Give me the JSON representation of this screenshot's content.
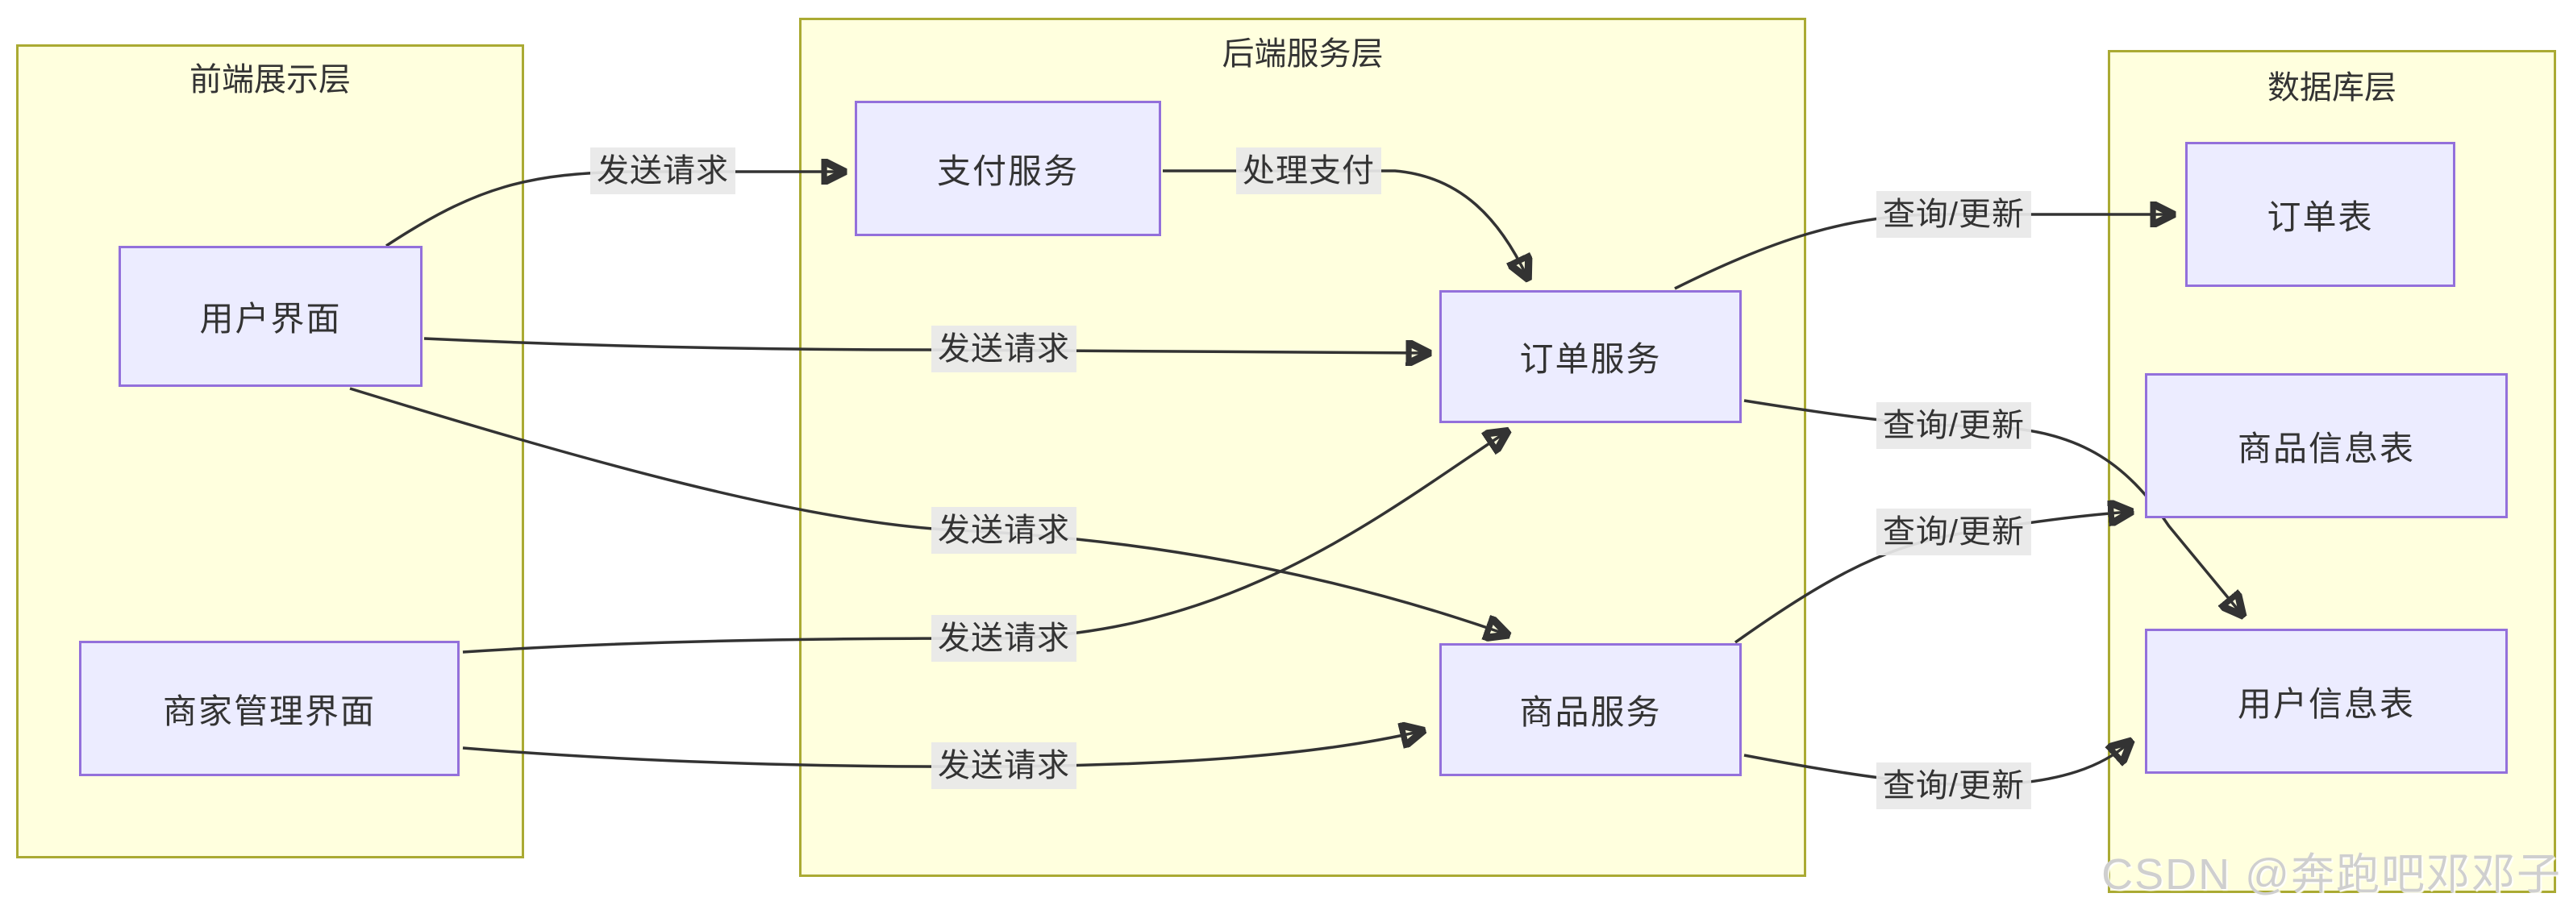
{
  "diagram": {
    "type": "flowchart-LR",
    "clusters": [
      {
        "id": "frontend",
        "label": "前端展示层"
      },
      {
        "id": "backend",
        "label": "后端服务层"
      },
      {
        "id": "database",
        "label": "数据库层"
      }
    ],
    "nodes": [
      {
        "id": "user-ui",
        "label": "用户界面",
        "cluster": "frontend"
      },
      {
        "id": "merchant-ui",
        "label": "商家管理界面",
        "cluster": "frontend"
      },
      {
        "id": "payment-service",
        "label": "支付服务",
        "cluster": "backend"
      },
      {
        "id": "order-service",
        "label": "订单服务",
        "cluster": "backend"
      },
      {
        "id": "product-service",
        "label": "商品服务",
        "cluster": "backend"
      },
      {
        "id": "order-table",
        "label": "订单表",
        "cluster": "database"
      },
      {
        "id": "product-info-table",
        "label": "商品信息表",
        "cluster": "database"
      },
      {
        "id": "user-info-table",
        "label": "用户信息表",
        "cluster": "database"
      }
    ],
    "edges": [
      {
        "from": "user-ui",
        "to": "payment-service",
        "label": "发送请求"
      },
      {
        "from": "payment-service",
        "to": "order-service",
        "label": "处理支付"
      },
      {
        "from": "user-ui",
        "to": "order-service",
        "label": "发送请求"
      },
      {
        "from": "user-ui",
        "to": "product-service",
        "label": "发送请求"
      },
      {
        "from": "merchant-ui",
        "to": "order-service",
        "label": "发送请求"
      },
      {
        "from": "merchant-ui",
        "to": "product-service",
        "label": "发送请求"
      },
      {
        "from": "order-service",
        "to": "order-table",
        "label": "查询/更新"
      },
      {
        "from": "order-service",
        "to": "user-info-table",
        "label": "查询/更新"
      },
      {
        "from": "product-service",
        "to": "product-info-table",
        "label": "查询/更新"
      },
      {
        "from": "product-service",
        "to": "user-info-table",
        "label": "查询/更新"
      }
    ],
    "colors": {
      "cluster_fill": "#ffffde",
      "cluster_border": "#aaaa33",
      "node_fill": "#ECECFF",
      "node_border": "#9370DB",
      "edge_stroke": "#333333",
      "edge_label_bg": "#e8e8e8",
      "text": "#333333"
    },
    "watermark": "CSDN @奔跑吧邓邓子"
  }
}
